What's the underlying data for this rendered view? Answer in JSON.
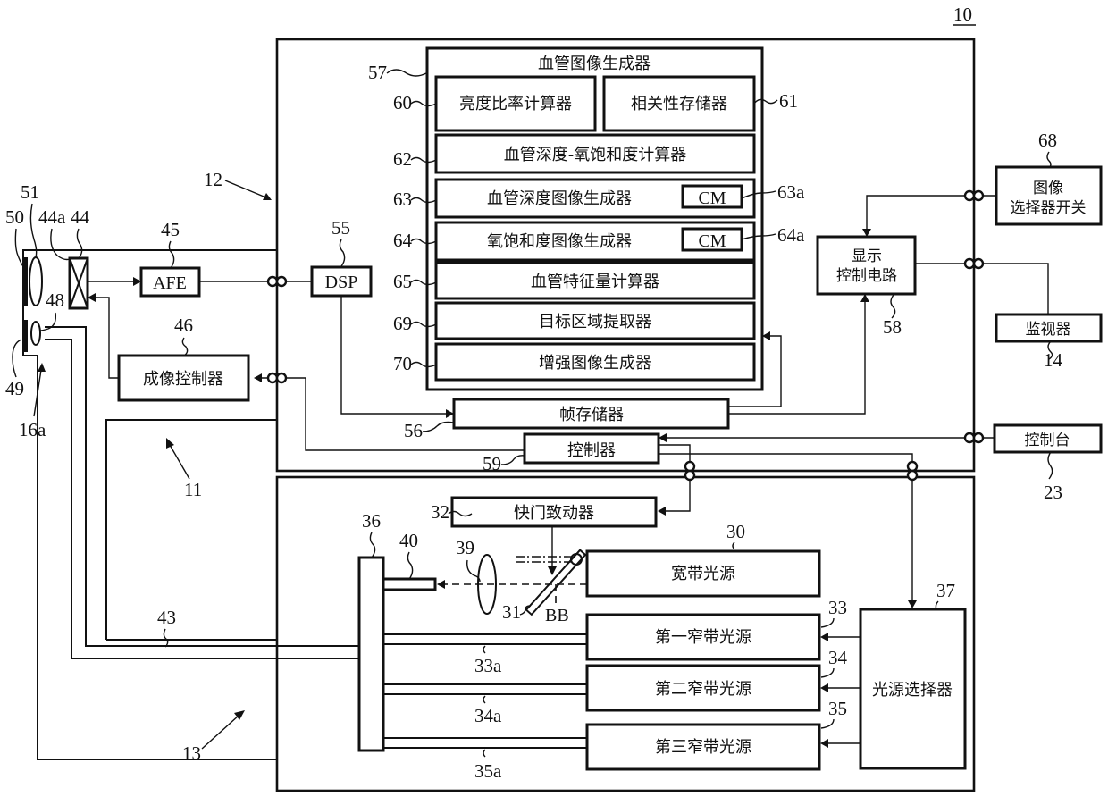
{
  "figure": {
    "system_ref": "10",
    "processor_ref": "12",
    "light_source_ref": "13",
    "endoscope_ref": "11",
    "endoscope_tip_ref": "16a"
  },
  "vessel_image_generator": {
    "ref": "57",
    "title": "血管图像生成器",
    "blocks": [
      {
        "ref": "60",
        "label": "亮度比率计算器"
      },
      {
        "ref": "61",
        "label": "相关性存储器"
      },
      {
        "ref": "62",
        "label": "血管深度-氧饱和度计算器"
      },
      {
        "ref": "63",
        "label": "血管深度图像生成器",
        "sub": {
          "ref": "63a",
          "label": "CM"
        }
      },
      {
        "ref": "64",
        "label": "氧饱和度图像生成器",
        "sub": {
          "ref": "64a",
          "label": "CM"
        }
      },
      {
        "ref": "65",
        "label": "血管特征量计算器"
      },
      {
        "ref": "69",
        "label": "目标区域提取器"
      },
      {
        "ref": "70",
        "label": "增强图像生成器"
      }
    ]
  },
  "processor_blocks": {
    "dsp": {
      "ref": "55",
      "label": "DSP"
    },
    "frame_memory": {
      "ref": "56",
      "label": "帧存储器"
    },
    "display_control": {
      "ref": "58",
      "label_line1": "显示",
      "label_line2": "控制电路"
    },
    "controller": {
      "ref": "59",
      "label": "控制器"
    }
  },
  "external": {
    "image_selector": {
      "ref": "68",
      "label_line1": "图像",
      "label_line2": "选择器开关"
    },
    "monitor": {
      "ref": "14",
      "label": "监视器"
    },
    "console": {
      "ref": "23",
      "label": "控制台"
    }
  },
  "endoscope_blocks": {
    "afe": {
      "ref": "45",
      "label": "AFE"
    },
    "imaging_control": {
      "ref": "46",
      "label": "成像控制器"
    },
    "sensor": {
      "ref": "44",
      "sub_ref": "44a"
    },
    "objective_lens_ref": "51",
    "observation_window_ref": "50",
    "illumination_lens_ref": "48",
    "illumination_window_ref": "49",
    "light_guide_ref": "43"
  },
  "light_source_blocks": {
    "shutter_actuator": {
      "ref": "32",
      "label": "快门致动器"
    },
    "broadband": {
      "ref": "30",
      "label": "宽带光源"
    },
    "narrow1": {
      "ref": "33",
      "label": "第一窄带光源",
      "fiber_ref": "33a"
    },
    "narrow2": {
      "ref": "34",
      "label": "第二窄带光源",
      "fiber_ref": "34a"
    },
    "narrow3": {
      "ref": "35",
      "label": "第三窄带光源",
      "fiber_ref": "35a"
    },
    "selector": {
      "ref": "37",
      "label": "光源选择器"
    },
    "coupler_ref": "36",
    "rod_ref": "40",
    "condenser_lens_ref": "39",
    "shutter_ref": "31",
    "beam_label": "BB"
  }
}
